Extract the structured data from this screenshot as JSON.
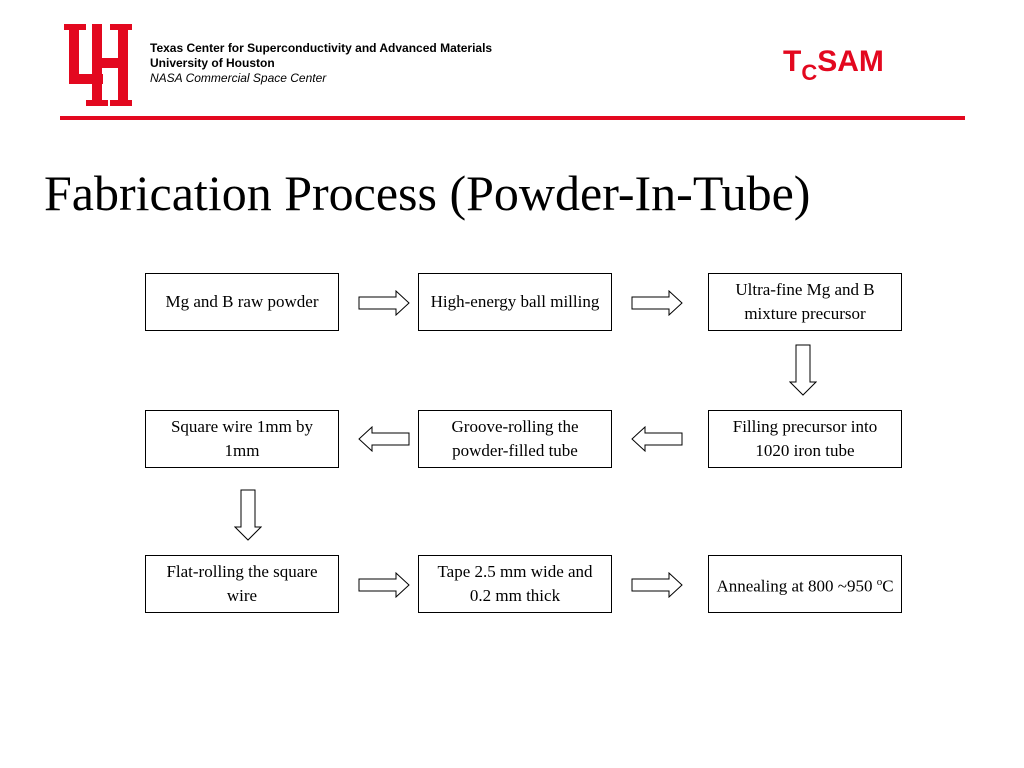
{
  "header": {
    "org_line1": "Texas Center for Superconductivity and Advanced Materials",
    "org_line2": "University of Houston",
    "org_line3": "NASA Commercial Space Center",
    "brand_main": "T",
    "brand_sub": "C",
    "brand_rest": "SAM",
    "logo_icon": "uh-interlocking-logo-icon",
    "brand_color": "#e3081f"
  },
  "slide": {
    "title": "Fabrication Process (Powder-In-Tube)"
  },
  "flow": {
    "row1": [
      "Mg and B raw powder",
      "High-energy ball milling",
      "Ultra-fine Mg and B mixture precursor"
    ],
    "row2": [
      "Square wire 1mm by 1mm",
      "Groove-rolling the powder-filled tube",
      "Filling precursor into 1020 iron tube"
    ],
    "row3": [
      "Flat-rolling the square wire",
      "Tape 2.5 mm wide and 0.2 mm thick"
    ],
    "final_text": "Annealing at 800 ~950 ",
    "final_sup": "o",
    "final_unit": "C",
    "arrow_icon": "block-arrow-icon"
  }
}
